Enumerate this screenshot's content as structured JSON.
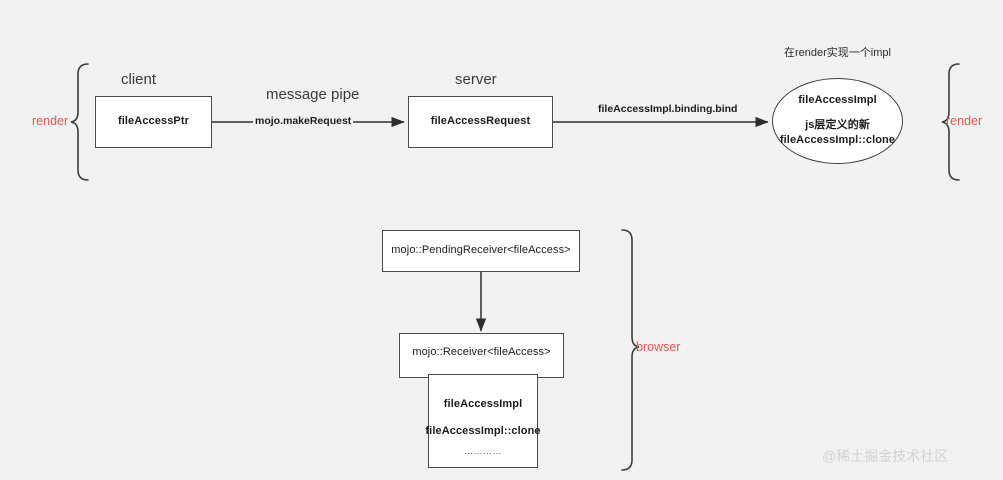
{
  "diagram": {
    "title_annotation": "在render实现一个impl",
    "watermark": "@稀土掘金技术社区",
    "accent_color": "#e2574c",
    "background_color": "#f2f2f2",
    "box_border_color": "#4a4a4a",
    "top_row": {
      "client_label": "client",
      "client_box_text": "fileAccessPtr",
      "pipe_label": "message pipe",
      "pipe_edge_label": "mojo.makeRequest",
      "server_label": "server",
      "server_box_text": "fileAccessRequest",
      "bind_edge_label": "fileAccessImpl.binding.bind",
      "impl_ellipse": {
        "line1": "fileAccessImpl",
        "line2": "js层定义的新",
        "line3": "fileAccessImpl::clone"
      },
      "left_brace_label": "render",
      "right_brace_label": "render"
    },
    "bottom_row": {
      "pending_receiver_text": "mojo::PendingReceiver<fileAccess>",
      "receiver_text": "mojo::Receiver<fileAccess>",
      "impl_box": {
        "line1": "fileAccessImpl",
        "line2": "fileAccessImpl::clone",
        "line3": "…………"
      },
      "brace_label": "browser"
    }
  }
}
